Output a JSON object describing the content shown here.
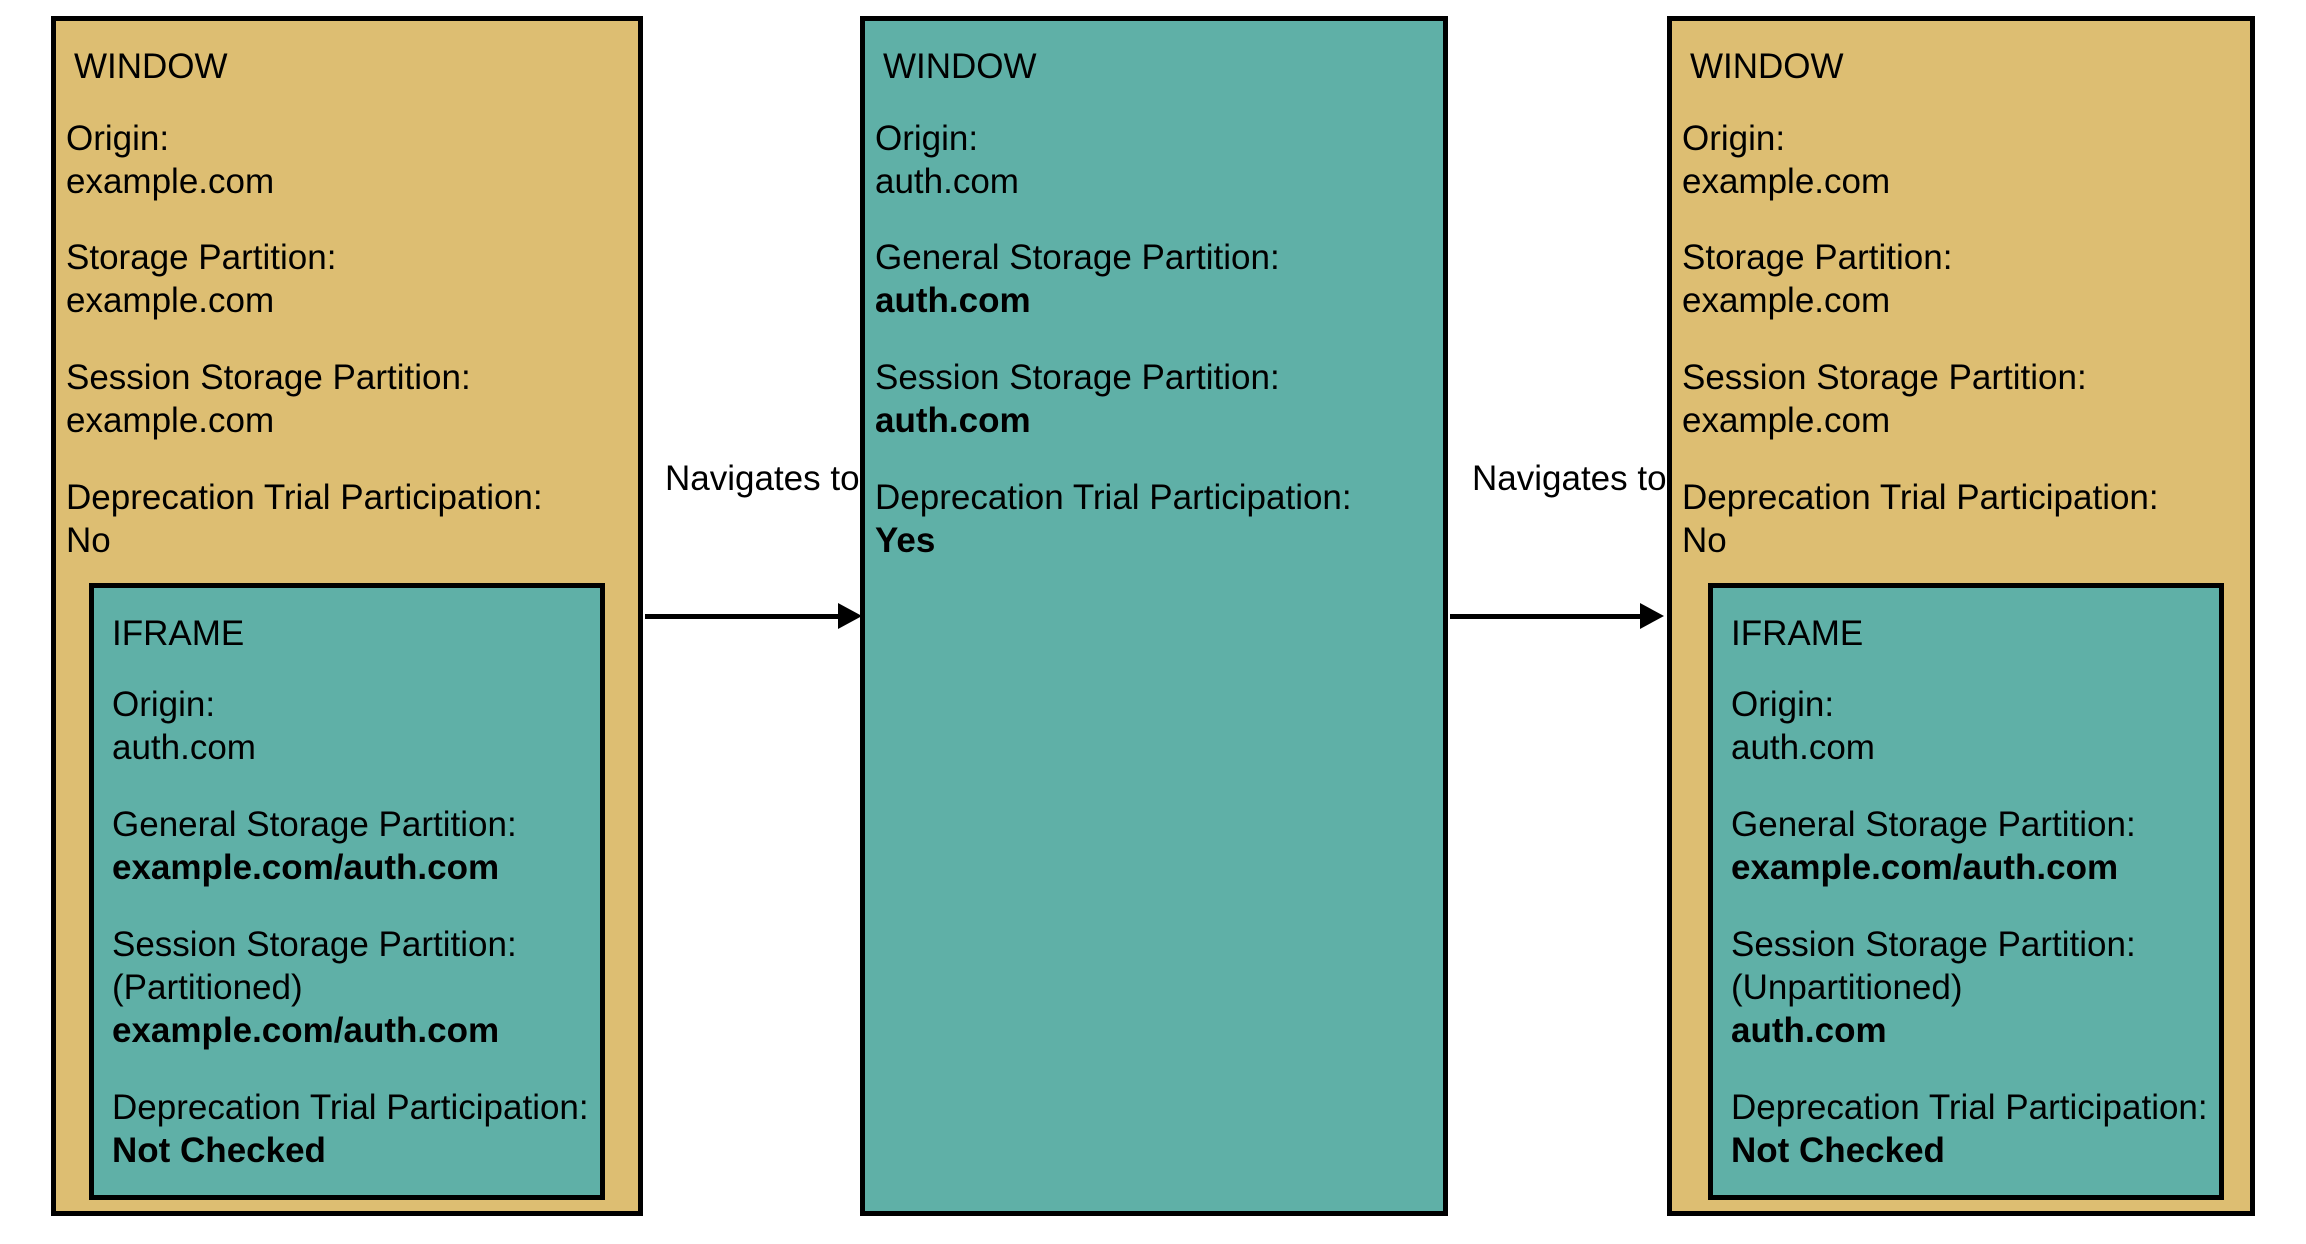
{
  "diagram": {
    "title": "Storage partition state across navigations",
    "colors": {
      "window_tan": "#ddbe72",
      "teal": "#5fb0a7",
      "outline": "#000000"
    }
  },
  "panels": [
    {
      "id": "panel-1",
      "kind": "window",
      "color": "#ddbe72",
      "heading": "WINDOW",
      "fields": [
        {
          "label": "Origin:",
          "value": "example.com",
          "bold": false
        },
        {
          "label": "Storage Partition:",
          "value": "example.com",
          "bold": false
        },
        {
          "label": "Session Storage Partition:",
          "value": "example.com",
          "bold": false
        },
        {
          "label": "Deprecation Trial Participation:",
          "value": "No",
          "bold": false
        }
      ],
      "child": {
        "id": "panel-1-iframe",
        "kind": "iframe",
        "color": "#5fb0a7",
        "heading": "IFRAME",
        "fields": [
          {
            "label": "Origin:",
            "value": "auth.com",
            "bold": false
          },
          {
            "label": "General Storage Partition:",
            "value": "example.com/auth.com",
            "bold": true
          },
          {
            "label": "Session Storage Partition:",
            "sublabel": "(Partitioned)",
            "value": "example.com/auth.com",
            "bold": true
          },
          {
            "label": "Deprecation Trial Participation:",
            "value": "Not Checked",
            "bold": true
          }
        ]
      }
    },
    {
      "id": "panel-2",
      "kind": "window",
      "color": "#5fb0a7",
      "heading": "WINDOW",
      "fields": [
        {
          "label": "Origin:",
          "value": "auth.com",
          "bold": false
        },
        {
          "label": "General Storage Partition:",
          "value": "auth.com",
          "bold": true
        },
        {
          "label": "Session Storage Partition:",
          "value": "auth.com",
          "bold": true
        },
        {
          "label": "Deprecation Trial Participation:",
          "value": "Yes",
          "bold": true
        }
      ],
      "child": null
    },
    {
      "id": "panel-3",
      "kind": "window",
      "color": "#ddbe72",
      "heading": "WINDOW",
      "fields": [
        {
          "label": "Origin:",
          "value": "example.com",
          "bold": false
        },
        {
          "label": "Storage Partition:",
          "value": "example.com",
          "bold": false
        },
        {
          "label": "Session Storage Partition:",
          "value": "example.com",
          "bold": false
        },
        {
          "label": "Deprecation Trial Participation:",
          "value": "No",
          "bold": false
        }
      ],
      "child": {
        "id": "panel-3-iframe",
        "kind": "iframe",
        "color": "#5fb0a7",
        "heading": "IFRAME",
        "fields": [
          {
            "label": "Origin:",
            "value": "auth.com",
            "bold": false
          },
          {
            "label": "General Storage Partition:",
            "value": "example.com/auth.com",
            "bold": true
          },
          {
            "label": "Session Storage Partition:",
            "sublabel": "(Unpartitioned)",
            "value": "auth.com",
            "bold": true
          },
          {
            "label": "Deprecation Trial Participation:",
            "value": "Not Checked",
            "bold": true
          }
        ]
      }
    }
  ],
  "arrows": [
    {
      "id": "arrow-1",
      "label": "Navigates to",
      "from": "panel-1",
      "to": "panel-2"
    },
    {
      "id": "arrow-2",
      "label": "Navigates to",
      "from": "panel-2",
      "to": "panel-3"
    }
  ]
}
